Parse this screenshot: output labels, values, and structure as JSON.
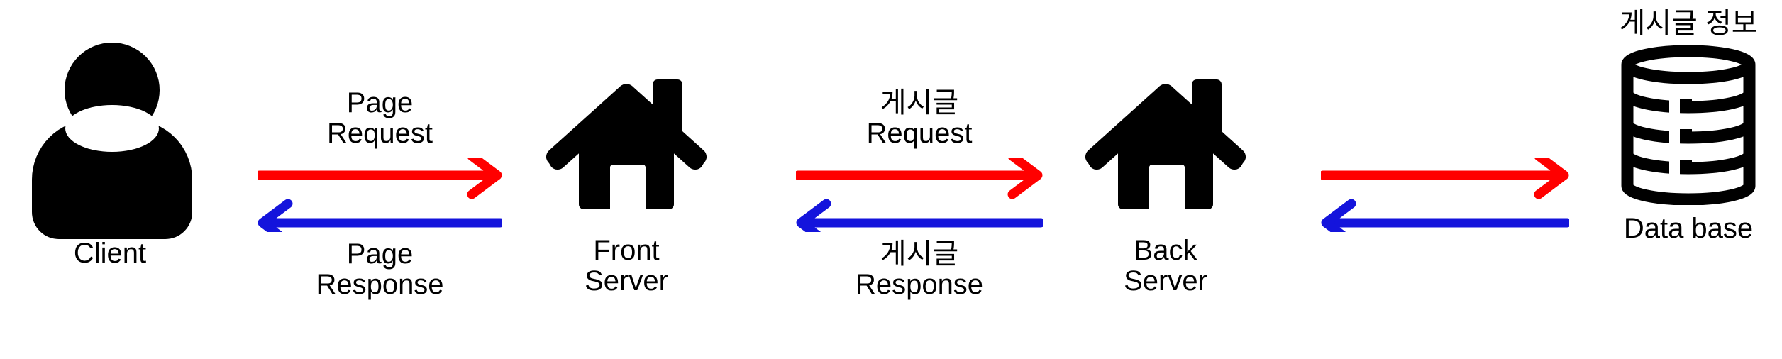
{
  "diagram": {
    "title": "Client / Front Server / Back Server / Database request-response flow",
    "colors": {
      "request_arrow": "#FF0000",
      "response_arrow": "#1414DC",
      "icon": "#000000",
      "background": "#FFFFFF",
      "text": "#000000"
    },
    "nodes": [
      {
        "id": "client",
        "icon": "person-icon",
        "label": "Client"
      },
      {
        "id": "front-server",
        "icon": "house-icon",
        "label": "Front\nServer"
      },
      {
        "id": "back-server",
        "icon": "house-icon",
        "label": "Back\nServer"
      },
      {
        "id": "database",
        "icon": "database-icon",
        "label": "Data base",
        "top_label": "게시글 정보"
      }
    ],
    "flows": [
      {
        "id": "client-front",
        "from": "client",
        "to": "front-server",
        "request": {
          "label": "Page\nRequest",
          "direction": "right",
          "color": "#FF0000"
        },
        "response": {
          "label": "Page\nResponse",
          "direction": "left",
          "color": "#1414DC"
        }
      },
      {
        "id": "front-back",
        "from": "front-server",
        "to": "back-server",
        "request": {
          "label": "게시글\nRequest",
          "direction": "right",
          "color": "#FF0000"
        },
        "response": {
          "label": "게시글\nResponse",
          "direction": "left",
          "color": "#1414DC"
        }
      },
      {
        "id": "back-db",
        "from": "back-server",
        "to": "database",
        "request": {
          "label": "",
          "direction": "right",
          "color": "#FF0000"
        },
        "response": {
          "label": "",
          "direction": "left",
          "color": "#1414DC"
        }
      }
    ]
  }
}
